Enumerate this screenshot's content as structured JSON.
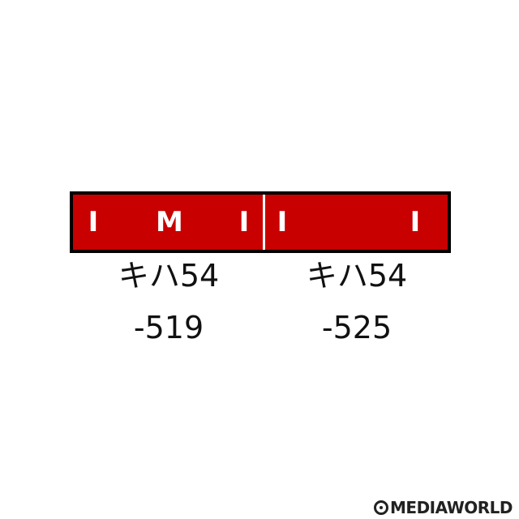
{
  "formation": {
    "band_color": "#c80000",
    "border_color": "#000000",
    "cars": [
      {
        "marks": [
          "I",
          "M",
          "I"
        ],
        "type_label": "キハ54",
        "number_label": "-519"
      },
      {
        "marks": [
          "I",
          "I"
        ],
        "type_label": "キハ54",
        "number_label": "-525"
      }
    ]
  },
  "watermark": {
    "text": "MEDIAWORLD",
    "icon": "mediaworld-logo-icon"
  }
}
